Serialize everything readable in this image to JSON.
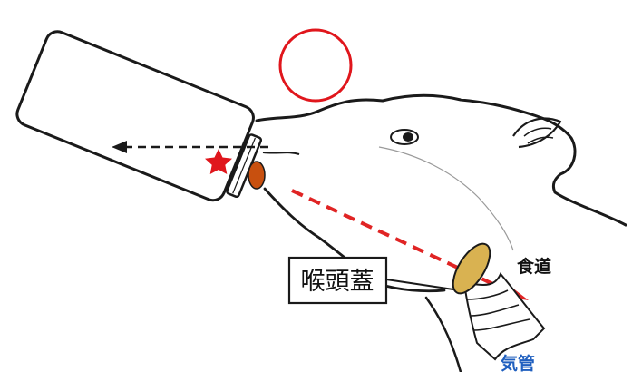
{
  "labels": {
    "epiglottis": "喉頭蓋",
    "esophagus": "食道",
    "trachea": "気管"
  },
  "colors": {
    "outline": "#1a1a1a",
    "good_mark": "#e0161c",
    "star": "#e0161c",
    "milk_flow": "#e02424",
    "nipple": "#c8500f",
    "epiglottis_fill": "#d9b251",
    "trachea_label": "#1f5fbf"
  },
  "symbols": {
    "good_mark": "circle-mark",
    "star": "star-mark"
  }
}
